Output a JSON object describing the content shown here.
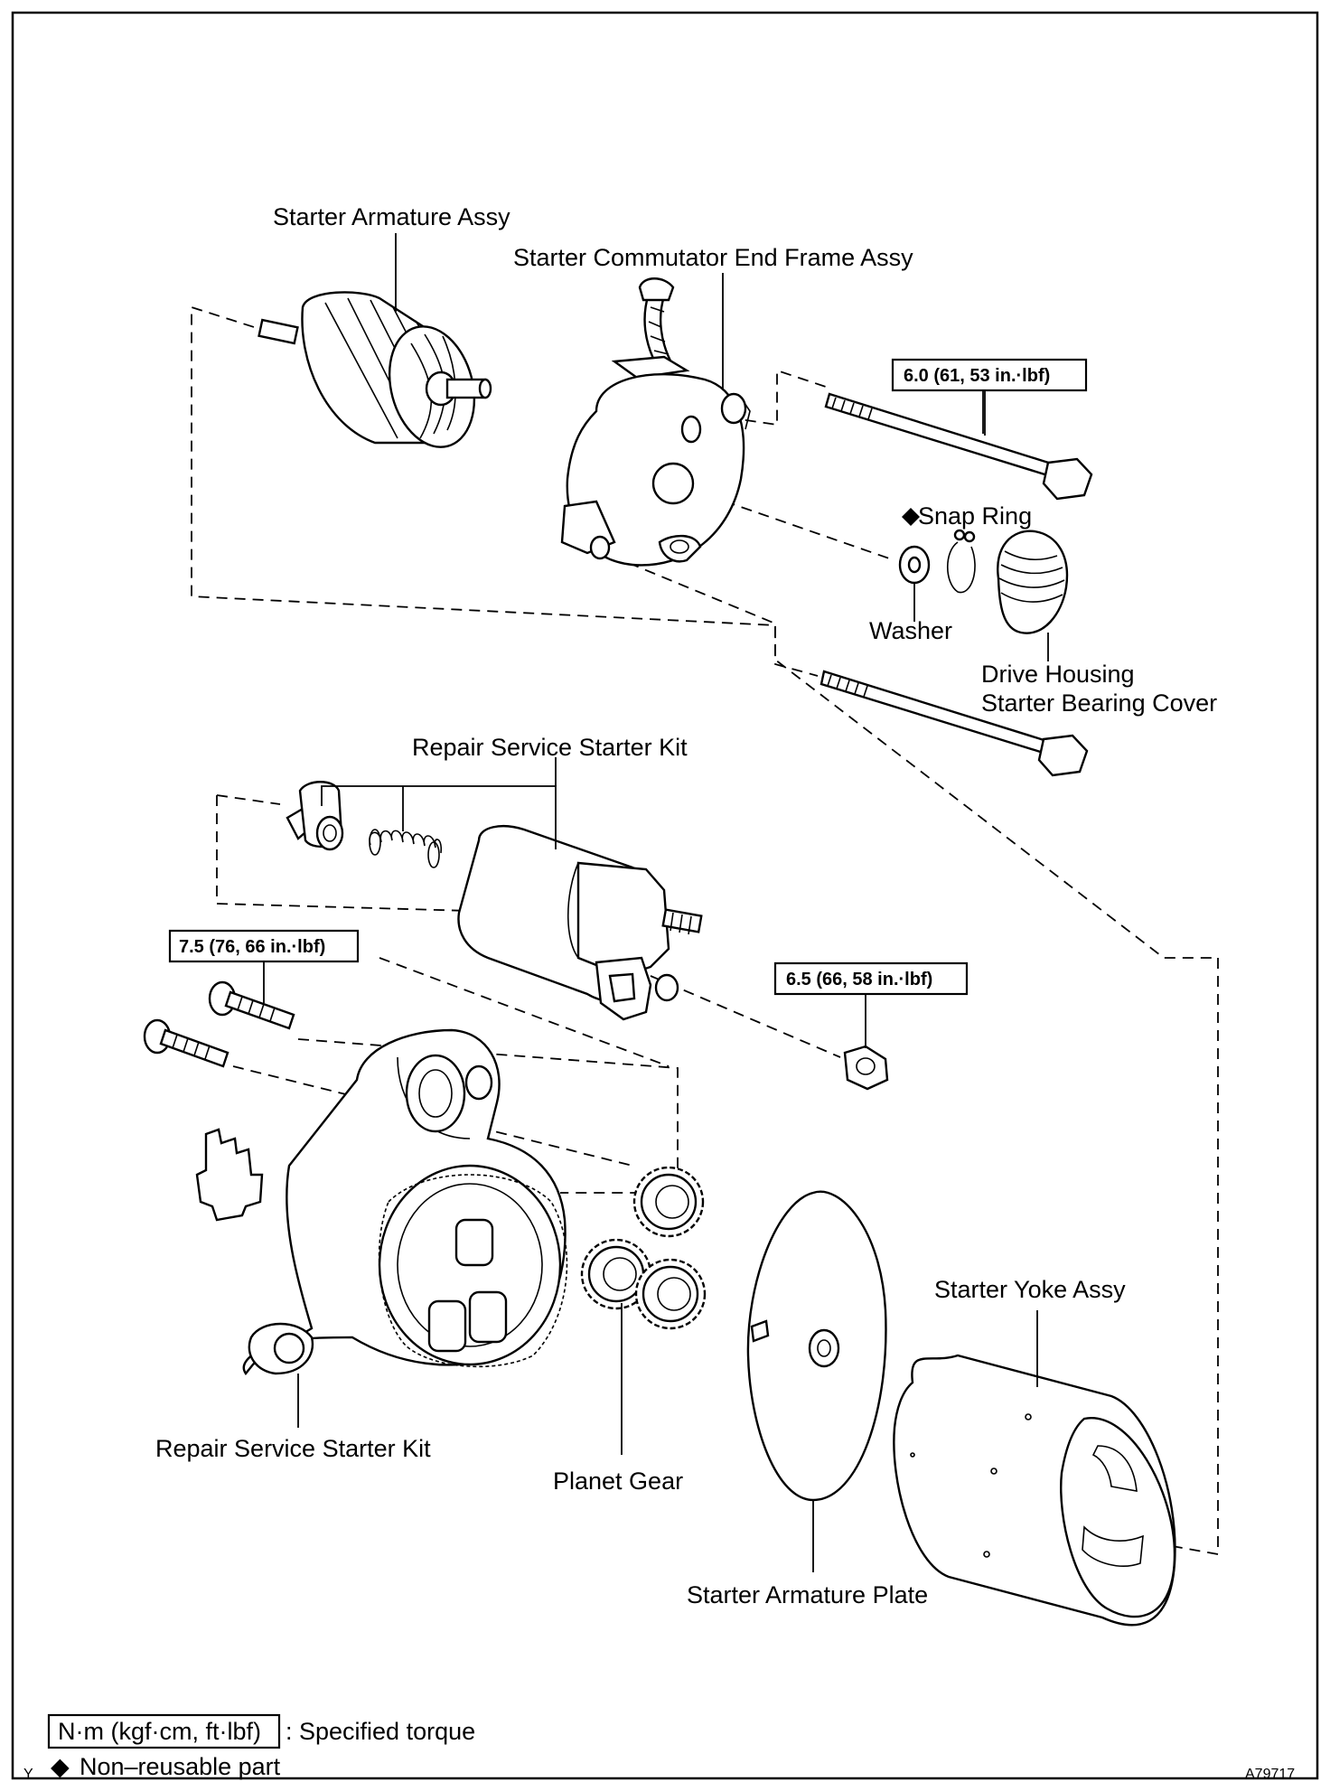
{
  "labels": {
    "armature": "Starter Armature Assy",
    "commutator": "Starter Commutator End Frame Assy",
    "snap_ring": "Snap Ring",
    "washer": "Washer",
    "bearing_cover_line1": "Drive Housing",
    "bearing_cover_line2": "Starter Bearing Cover",
    "repair_kit_top": "Repair Service Starter Kit",
    "repair_kit_bottom": "Repair Service Starter Kit",
    "planet_gear": "Planet Gear",
    "armature_plate": "Starter Armature Plate",
    "yoke": "Starter Yoke Assy"
  },
  "torques": {
    "through_bolt": "6.0 (61, 53 in.·lbf)",
    "housing_bolt": "7.5 (76, 66 in.·lbf)",
    "terminal_nut": "6.5 (66, 58 in.·lbf)"
  },
  "legend": {
    "torque_box": "N·m (kgf·cm, ft·lbf)",
    "torque_text": ": Specified torque",
    "nonreusable_symbol": "◆",
    "nonreusable_text": "Non–reusable part"
  },
  "corner": {
    "left_mark": "Y",
    "figure_id": "A79717"
  }
}
